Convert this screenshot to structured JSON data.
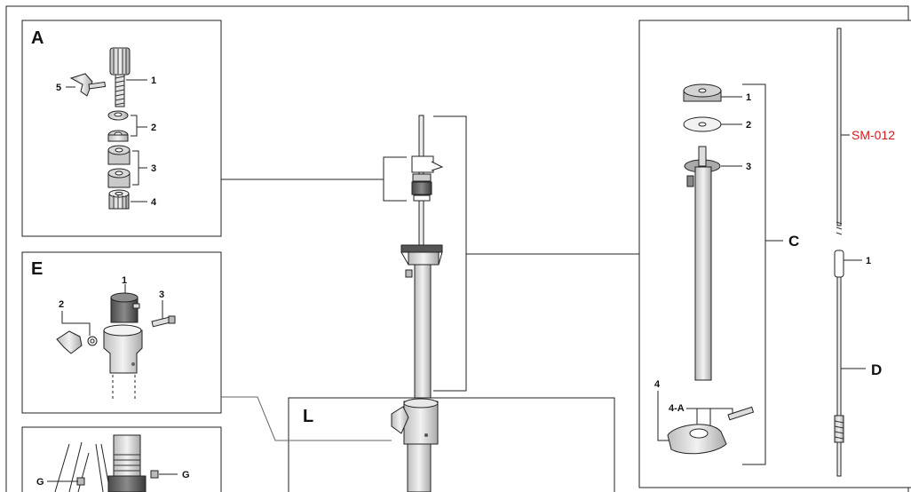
{
  "panels": {
    "a": {
      "title": "A",
      "labels": [
        "1",
        "2",
        "3",
        "4",
        "5"
      ]
    },
    "e": {
      "title": "E",
      "labels": [
        "1",
        "2",
        "3"
      ]
    },
    "g": {
      "labels": [
        "G",
        "G"
      ]
    },
    "l": {
      "title": "L"
    },
    "c": {
      "title": "C",
      "labels": [
        "1",
        "2",
        "3",
        "4",
        "4-A"
      ]
    },
    "d": {
      "title": "D",
      "labels": [
        "1"
      ],
      "part_code": "SM-012"
    }
  },
  "colors": {
    "part_code": "#d11c1c",
    "line": "#222222"
  }
}
